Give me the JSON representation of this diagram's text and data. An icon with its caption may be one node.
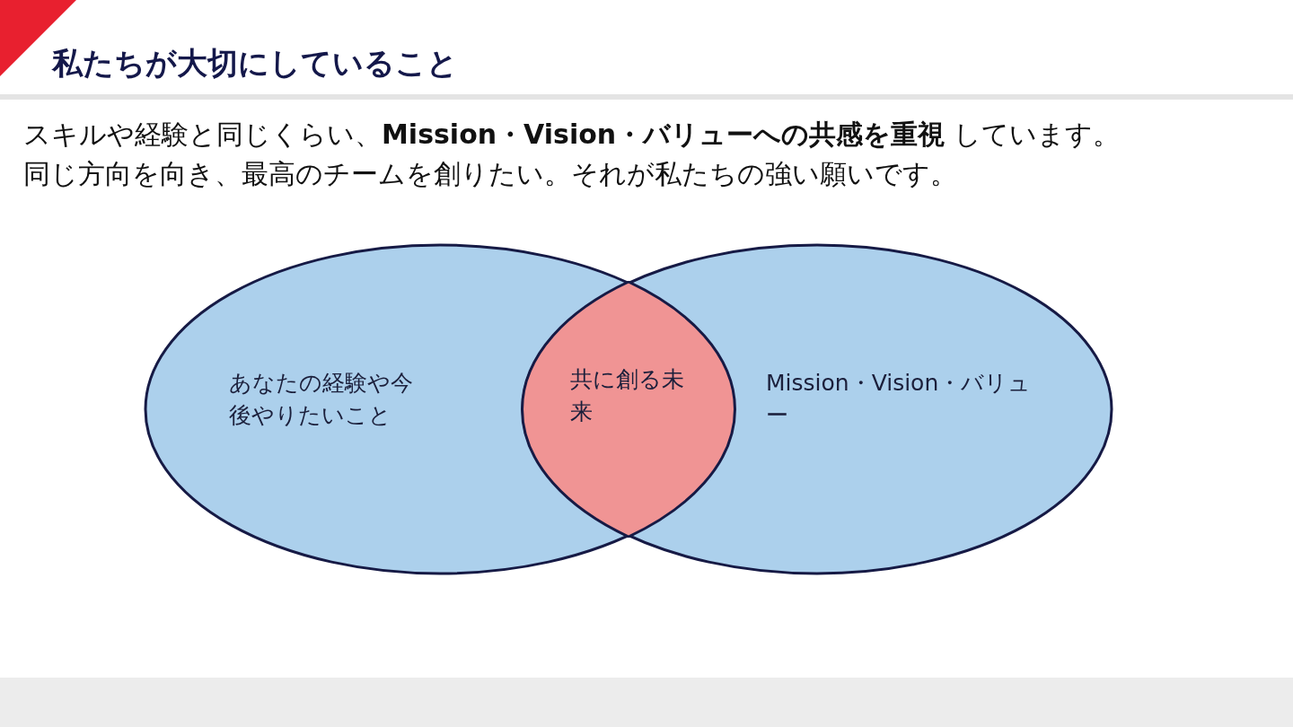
{
  "diagram": {
    "title": "私たちが大切にしていること",
    "nodes": [
      {
        "text": [
          "あなたの経験や今後やりたいこと"
        ]
      },
      {
        "text": [
          "共に創る未来"
        ]
      },
      {
        "text": [
          "Mission・Vision・バリュー"
        ]
      }
    ],
    "labels": [
      "スキルや経験と同じくらい、**Mission・Vision・バリューへの共感を重視** しています。",
      "同じ方向を向き、最高のチームを創りたい。それが私たちの強い願いです。"
    ]
  }
}
